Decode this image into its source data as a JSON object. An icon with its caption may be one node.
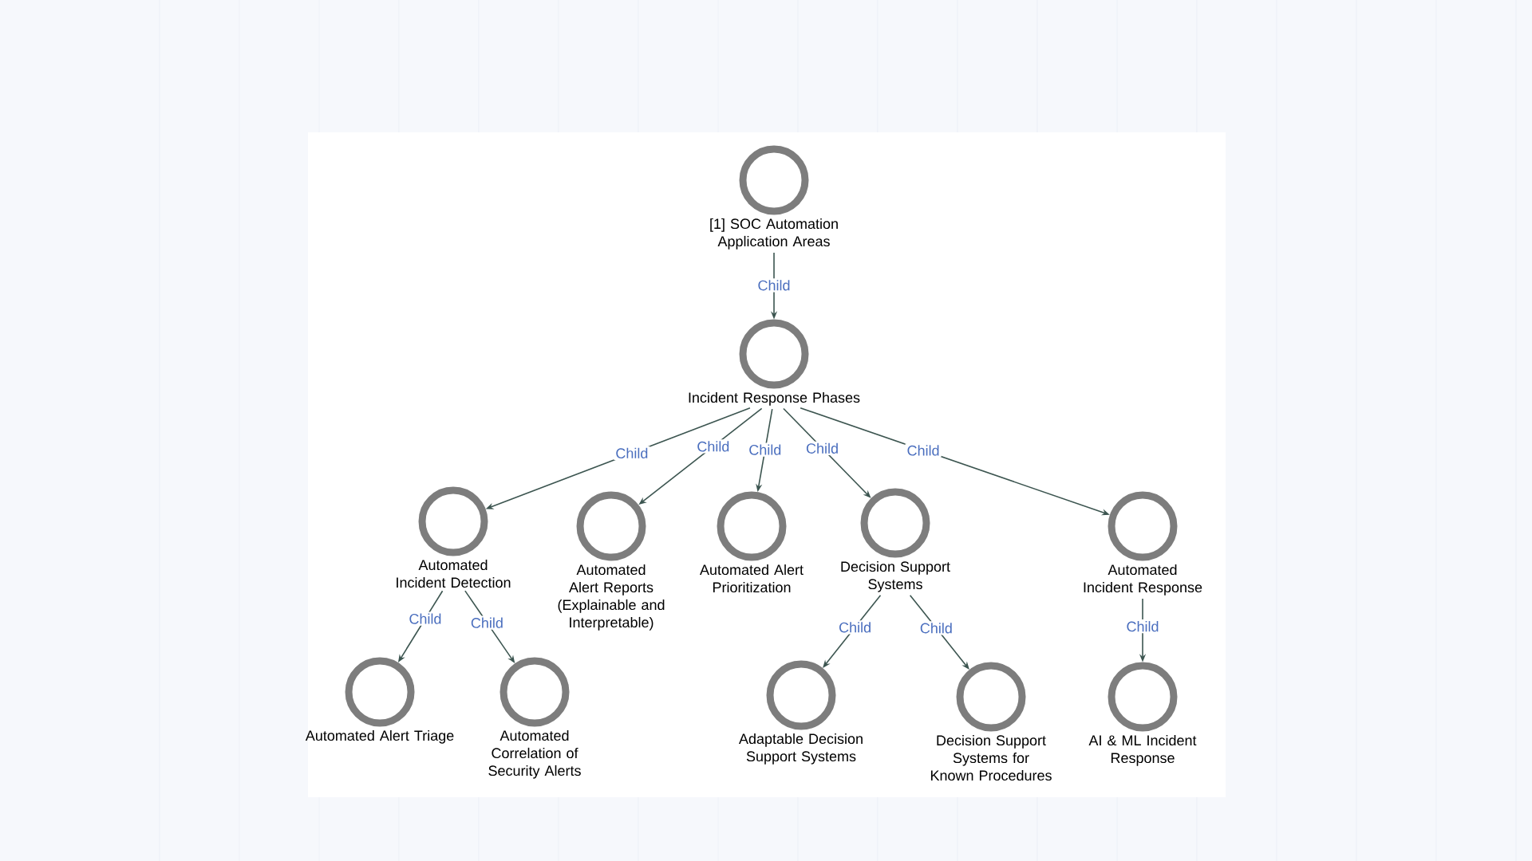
{
  "diagram": {
    "nodes": [
      {
        "text": [
          "[1] SOC Automation Application Areas"
        ]
      },
      {
        "text": [
          "Incident Response Phases"
        ]
      },
      {
        "text": [
          "Automated Incident Detection"
        ]
      },
      {
        "text": [
          "Automated Alert Reports (Explainable and Interpretable)"
        ]
      },
      {
        "text": [
          "Automated Alert Prioritization"
        ]
      },
      {
        "text": [
          "Decision Support Systems"
        ]
      },
      {
        "text": [
          "Automated Incident Response"
        ]
      },
      {
        "text": [
          "Automated Alert Triage"
        ]
      },
      {
        "text": [
          "Automated Correlation of Security Alerts"
        ]
      },
      {
        "text": [
          "Adaptable Decision Support Systems"
        ]
      },
      {
        "text": [
          "Decision Support Systems for Known Procedures"
        ]
      },
      {
        "text": [
          "AI & ML Incident Response"
        ]
      }
    ],
    "edges": [
      {
        "from": 0,
        "to": 1,
        "arrow": "to",
        "label": "Child"
      },
      {
        "from": 1,
        "to": 2,
        "arrow": "to",
        "label": "Child"
      },
      {
        "from": 1,
        "to": 3,
        "arrow": "to",
        "label": "Child"
      },
      {
        "from": 1,
        "to": 4,
        "arrow": "to",
        "label": "Child"
      },
      {
        "from": 1,
        "to": 5,
        "arrow": "to",
        "label": "Child"
      },
      {
        "from": 1,
        "to": 6,
        "arrow": "to",
        "label": "Child"
      },
      {
        "from": 2,
        "to": 7,
        "arrow": "to",
        "label": "Child"
      },
      {
        "from": 2,
        "to": 8,
        "arrow": "to",
        "label": "Child"
      },
      {
        "from": 5,
        "to": 9,
        "arrow": "to",
        "label": "Child"
      },
      {
        "from": 5,
        "to": 10,
        "arrow": "to",
        "label": "Child"
      },
      {
        "from": 6,
        "to": 11,
        "arrow": "to",
        "label": "Child"
      }
    ]
  }
}
